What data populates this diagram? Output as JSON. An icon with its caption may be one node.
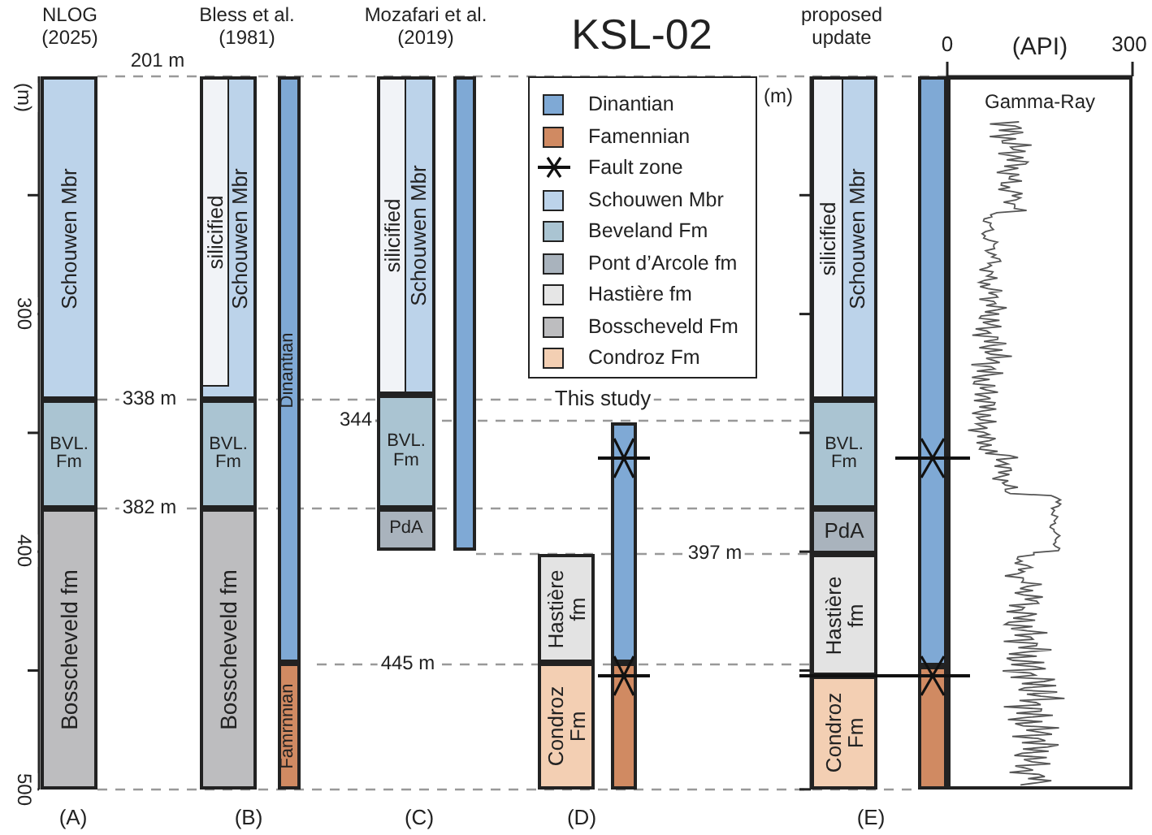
{
  "diagram": {
    "title": "KSL-02",
    "nodes": [
      {
        "text": [
          "Schouwen Mbr"
        ]
      },
      {
        "text": [
          "BVL. Fm"
        ]
      },
      {
        "text": [
          "Bosscheveld fm"
        ]
      },
      {
        "text": [
          "Schouwen Mbr"
        ]
      },
      {
        "text": [
          "silicified"
        ],
        "in": 3
      },
      {
        "text": [
          "BVL. Fm"
        ]
      },
      {
        "text": [
          "Bosscheveld fm"
        ]
      },
      {
        "text": [
          "Dinantian"
        ]
      },
      {
        "text": [
          "Famrnnian"
        ]
      },
      {
        "text": [
          "Schouwen Mbr"
        ]
      },
      {
        "text": [
          "silicified"
        ],
        "in": 9
      },
      {
        "text": [
          "BVL. Fm"
        ]
      },
      {
        "text": [
          "PdA"
        ]
      },
      {
        "text": [],
        "shape": "bar"
      },
      {
        "text": [
          "Hastière fm"
        ]
      },
      {
        "text": [
          "Condroz Fm"
        ]
      },
      {
        "text": [],
        "shape": "bar"
      },
      {
        "text": [],
        "shape": "bar"
      },
      {
        "text": [
          "Schouwen Mbr"
        ]
      },
      {
        "text": [
          "silicified"
        ],
        "in": 18
      },
      {
        "text": [
          "BVL. Fm"
        ]
      },
      {
        "text": [
          "PdA"
        ]
      },
      {
        "text": [
          "Hastière fm"
        ]
      },
      {
        "text": [
          "Condroz Fm"
        ]
      },
      {
        "text": [],
        "shape": "bar"
      },
      {
        "text": [],
        "shape": "bar"
      },
      {
        "text": [
          "Gamma-Ray"
        ]
      }
    ],
    "labels": [
      "NLOG (2025)",
      "Bless et al. (1981)",
      "Mozafari et al. (2019)",
      "proposed update",
      "0",
      "(API)",
      "300",
      "201 m",
      "(m)",
      "(m)",
      "300",
      "338 m",
      "This study",
      "344",
      "382 m",
      "397 m",
      "400",
      "445 m",
      "500",
      "(A)",
      "(B)",
      "(C)",
      "(D)",
      "(E)"
    ],
    "legend": [
      {
        "text": "Dinantian",
        "color": "#7fa9d5"
      },
      {
        "text": "Famennian",
        "color": "#d08a62"
      },
      {
        "text": "Fault zone"
      },
      {
        "text": "Schouwen Mbr",
        "color": "#bcd3ea"
      },
      {
        "text": "Beveland Fm",
        "color": "#aac4d2"
      },
      {
        "text": "Pont d’Arcole fm",
        "color": "#a9b3bd"
      },
      {
        "text": "Hastière fm",
        "color": "#e6e6e6"
      },
      {
        "text": "Bosscheveld Fm",
        "color": "#bdbdbf"
      },
      {
        "text": "Condroz Fm",
        "color": "#f3cfb3"
      }
    ]
  }
}
